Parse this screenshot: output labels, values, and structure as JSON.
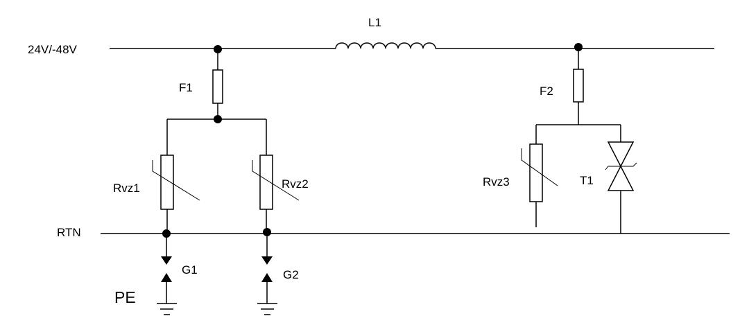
{
  "labels": {
    "supply": "24V/-48V",
    "return": "RTN",
    "earth": "PE",
    "inductor": "L1",
    "fuse1": "F1",
    "fuse2": "F2",
    "varistor1": "Rvz1",
    "varistor2": "Rvz2",
    "varistor3": "Rvz3",
    "tvs": "T1",
    "gdt1": "G1",
    "gdt2": "G2"
  },
  "colors": {
    "line": "#000000",
    "background": "#ffffff"
  }
}
